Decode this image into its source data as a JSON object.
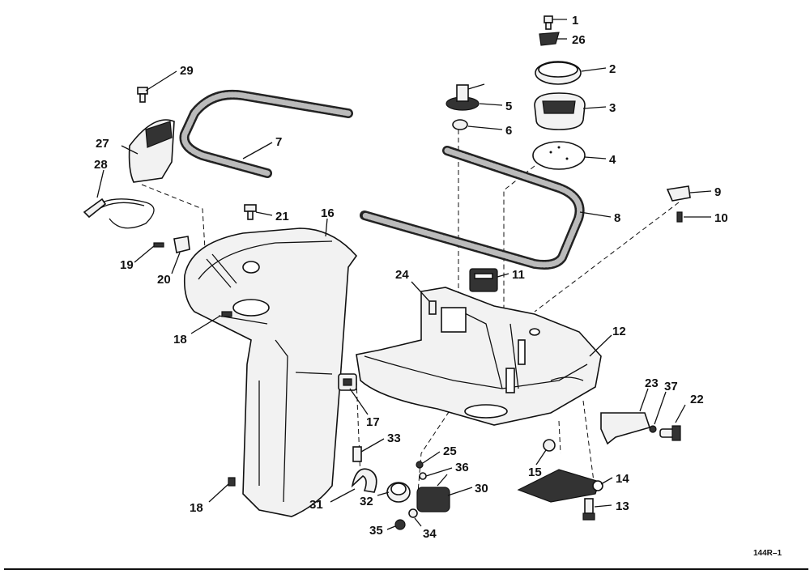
{
  "callouts": {
    "n1": "1",
    "n2": "2",
    "n3": "3",
    "n4": "4",
    "n5": "5",
    "n6": "6",
    "n7": "7",
    "n8": "8",
    "n9": "9",
    "n10": "10",
    "n11": "11",
    "n12": "12",
    "n13": "13",
    "n14": "14",
    "n15": "15",
    "n16": "16",
    "n17": "17",
    "n18a": "18",
    "n18b": "18",
    "n19": "19",
    "n20": "20",
    "n21": "21",
    "n22": "22",
    "n23": "23",
    "n24": "24",
    "n25": "25",
    "n26": "26",
    "n27": "27",
    "n28": "28",
    "n29": "29",
    "n30": "30",
    "n31": "31",
    "n32": "32",
    "n33": "33",
    "n34": "34",
    "n35": "35",
    "n36": "36",
    "n37": "37"
  },
  "figure_code": "144R–1"
}
